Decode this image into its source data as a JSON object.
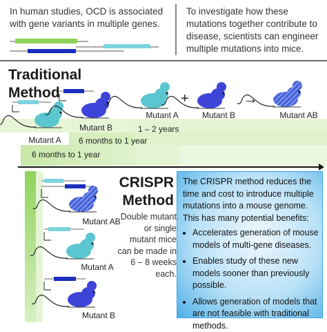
{
  "intro": {
    "left_text": "In human studies, OCD is associated with gene variants in multiple genes.",
    "right_text": "To investigate how these mutations together contribute to disease, scientists can engineer multiple mutations into mice."
  },
  "traditional": {
    "title": "Traditional Method",
    "mice": [
      {
        "label": "Mutant A"
      },
      {
        "label": "Mutant B"
      },
      {
        "label": "Mutant A"
      },
      {
        "label": "Mutant B"
      },
      {
        "label": "Mutant AB"
      }
    ],
    "plus_symbol": "+",
    "arrow_symbol": "→",
    "durations": [
      "6 months to 1 year",
      "6 months to 1 year",
      "1 – 2 years"
    ]
  },
  "crispr": {
    "title": "CRISPR Method",
    "description": "Double mutant or single mutant mice can be made in 6 – 8 weeks each.",
    "mice": [
      {
        "label": "Mutant AB"
      },
      {
        "label": "Mutant A"
      },
      {
        "label": "Mutant B"
      }
    ]
  },
  "info": {
    "text": "The CRISPR method reduces the time and cost to introduce multiple mutations into a mouse genome.  This has many potential benefits:",
    "bullets": [
      "Accelerates generation of mouse models of multi-gene diseases.",
      "Enables study of these new models sooner than previously possible.",
      "Allows generation of models that are not feasible with traditional methods."
    ]
  },
  "colors": {
    "gene_a": "#7fd2e0",
    "gene_b": "#1b2fbd",
    "gene_green": "#8cd256",
    "mouse_a": "#5bc6cf",
    "mouse_b": "#3f44d8",
    "band_light": "#e6f5d6",
    "band_mid": "#cdeab0",
    "band_dark": "#9fd873",
    "info_border": "#3da6e3"
  }
}
